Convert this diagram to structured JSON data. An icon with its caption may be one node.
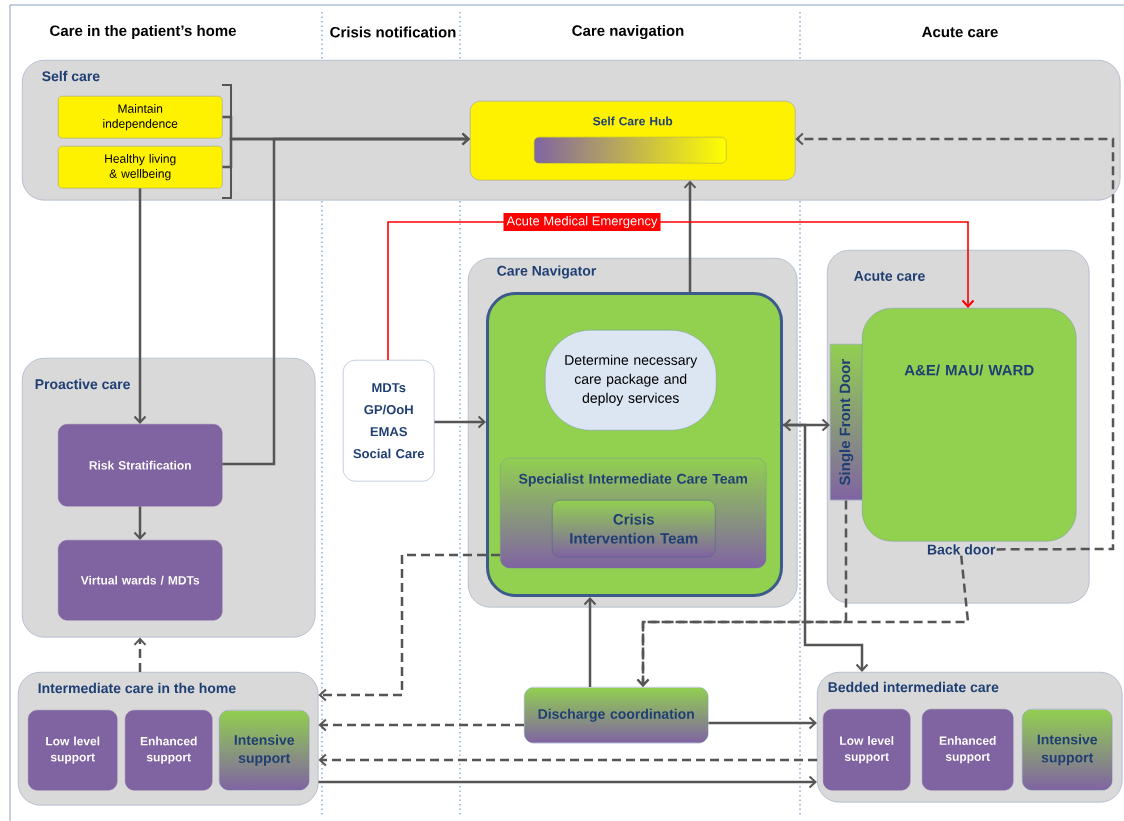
{
  "diagram": {
    "nodes": [
      {
        "text": [
          "Self care"
        ]
      },
      {
        "text": [
          "Maintain independence"
        ],
        "in": 0
      },
      {
        "text": [
          "Healthy living & wellbeing"
        ],
        "in": 0
      },
      {
        "text": [
          "Self Care Hub"
        ],
        "in": 0
      },
      {
        "text": [],
        "shape": "box",
        "in": 3
      },
      {
        "text": [
          "Proactive care"
        ]
      },
      {
        "text": [
          "Risk Stratification"
        ],
        "in": 5
      },
      {
        "text": [
          "Virtual wards / MDTs"
        ],
        "in": 5
      },
      {
        "text": [
          "MDTs",
          "GP/OoH",
          "EMAS",
          "Social Care"
        ]
      },
      {
        "text": [
          "Care Navigator"
        ]
      },
      {
        "text": [],
        "shape": "box",
        "in": 9
      },
      {
        "text": [
          "Determine necessary care package and deploy services"
        ],
        "in": 10
      },
      {
        "text": [
          "Specialist Intermediate Care Team"
        ],
        "in": 10
      },
      {
        "text": [
          "Crisis Intervention Team"
        ],
        "in": 12
      },
      {
        "text": [
          "Acute care"
        ]
      },
      {
        "text": [
          "Single Front Door"
        ],
        "in": 14
      },
      {
        "text": [
          "A&E/ MAU/ WARD"
        ],
        "in": 14,
        "beside": [
          "Back door"
        ]
      },
      {
        "text": [
          "Intermediate care in the home"
        ]
      },
      {
        "text": [
          "Low level support"
        ],
        "in": 17
      },
      {
        "text": [
          "Enhanced support"
        ],
        "in": 17
      },
      {
        "text": [
          "Intensive support"
        ],
        "in": 17
      },
      {
        "text": [
          "Discharge coordination"
        ]
      },
      {
        "text": [
          "Bedded intermediate care"
        ]
      },
      {
        "text": [
          "Low level support"
        ],
        "in": 22
      },
      {
        "text": [
          "Enhanced support"
        ],
        "in": 22
      },
      {
        "text": [
          "Intensive support"
        ],
        "in": 22
      }
    ],
    "edges": [
      {
        "from": 1,
        "to": 3,
        "arrow": "to"
      },
      {
        "from": 2,
        "to": 3,
        "arrow": "to"
      },
      {
        "from": 6,
        "to": 3,
        "arrow": "to"
      },
      {
        "from": 2,
        "to": 6,
        "arrow": "to"
      },
      {
        "from": 6,
        "to": 7,
        "arrow": "to"
      },
      {
        "from": 17,
        "to": 5,
        "arrow": "to",
        "style": "dashed"
      },
      {
        "from": 10,
        "to": 3,
        "arrow": "to"
      },
      {
        "from": 16,
        "to": 3,
        "arrow": "to",
        "style": "dashed"
      },
      {
        "from": 8,
        "to": 16,
        "arrow": "to",
        "label": "Acute Medical Emergency",
        "color": "#ff0000"
      },
      {
        "from": 8,
        "to": 10,
        "arrow": "to"
      },
      {
        "from": 10,
        "to": 15,
        "arrow": "both"
      },
      {
        "from": 10,
        "to": 22,
        "arrow": "to"
      },
      {
        "from": 15,
        "to": 21,
        "arrow": "to",
        "style": "dashed"
      },
      {
        "from": 16,
        "to": 21,
        "arrow": "to",
        "style": "dashed"
      },
      {
        "from": 21,
        "to": 10,
        "arrow": "to"
      },
      {
        "from": 12,
        "to": 17,
        "arrow": "to",
        "style": "dashed"
      },
      {
        "from": 21,
        "to": 17,
        "arrow": "to",
        "style": "dashed"
      },
      {
        "from": 21,
        "to": 22,
        "arrow": "to"
      },
      {
        "from": 22,
        "to": 17,
        "arrow": "to",
        "style": "dashed"
      },
      {
        "from": 17,
        "to": 22,
        "arrow": "to"
      }
    ],
    "labels": [
      "Care in the patient’s home",
      "Crisis notification",
      "Care navigation",
      "Acute care"
    ]
  }
}
